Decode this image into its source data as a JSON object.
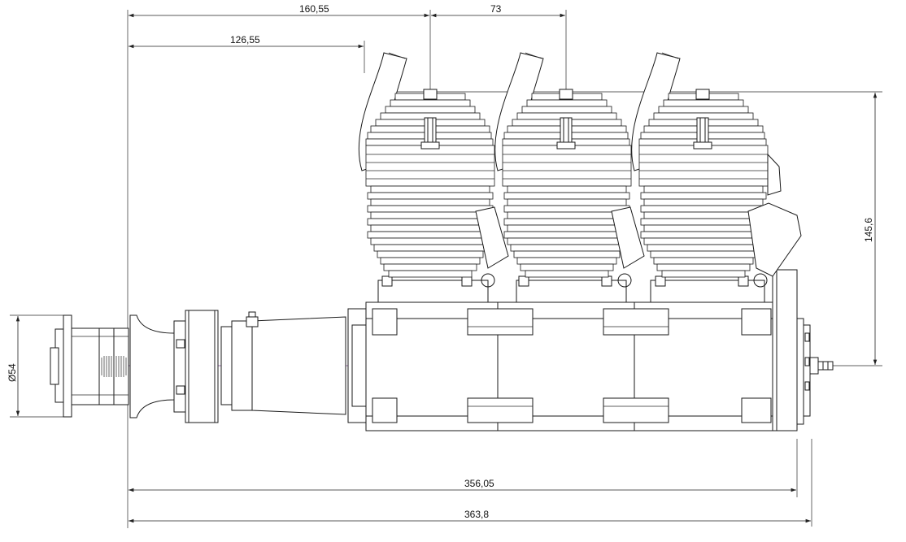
{
  "dimensions": {
    "d_160": "160,55",
    "d_73": "73",
    "d_126": "126,55",
    "d_145": "145,6",
    "d_54": "Ø54",
    "d_356": "356,05",
    "d_363": "363,8"
  },
  "colors": {
    "line": "#1a1a1a",
    "centerline": "#8a4aa0",
    "background": "#ffffff"
  }
}
